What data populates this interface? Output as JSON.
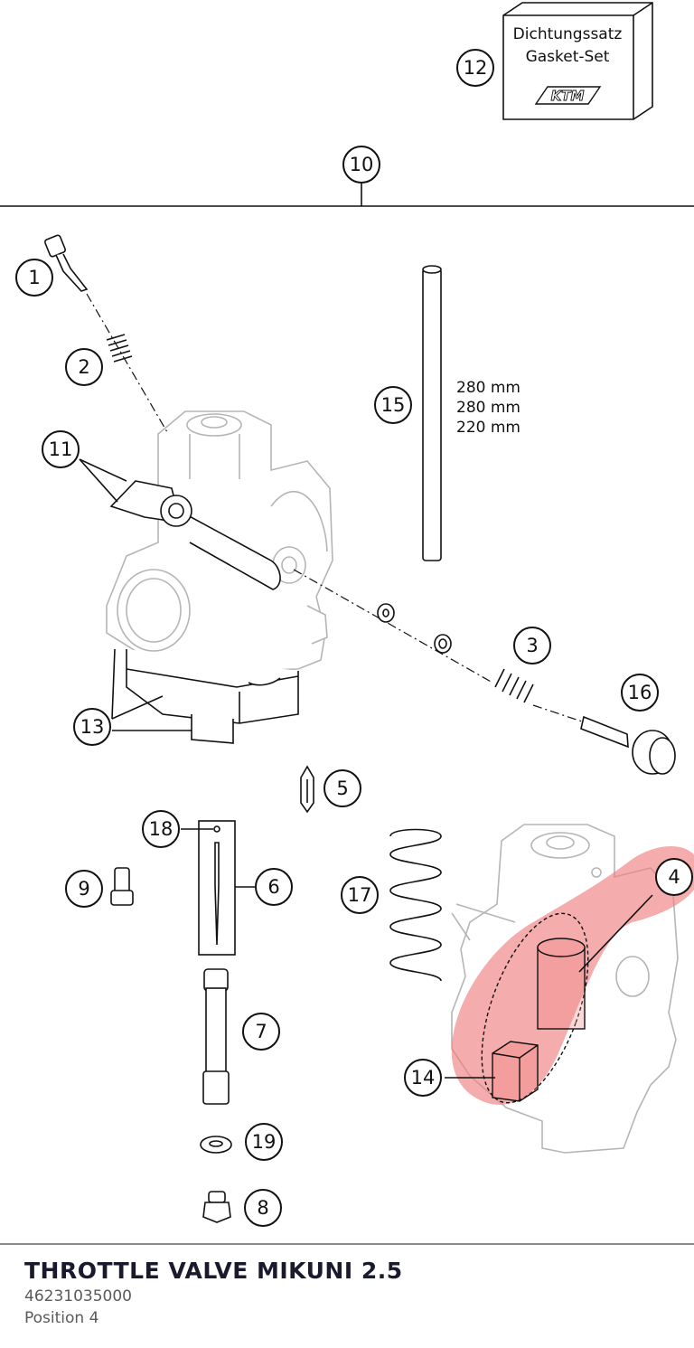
{
  "kit_box": {
    "line1": "Dichtungssatz",
    "line2": "Gasket-Set",
    "logo": "KTM"
  },
  "jet_needle_lengths": [
    "280 mm",
    "280 mm",
    "220 mm"
  ],
  "callouts": {
    "c1": "1",
    "c2": "2",
    "c3": "3",
    "c4": "4",
    "c5": "5",
    "c6": "6",
    "c7": "7",
    "c8": "8",
    "c9": "9",
    "c10": "10",
    "c11": "11",
    "c12": "12",
    "c13": "13",
    "c14": "14",
    "c15": "15",
    "c16": "16",
    "c17": "17",
    "c18": "18",
    "c19": "19"
  },
  "highlight": {
    "position": "4",
    "color": "#f08080"
  },
  "footer": {
    "title": "THROTTLE VALVE MIKUNI 2.5",
    "part_number": "46231035000",
    "position_label": "Position 4"
  }
}
